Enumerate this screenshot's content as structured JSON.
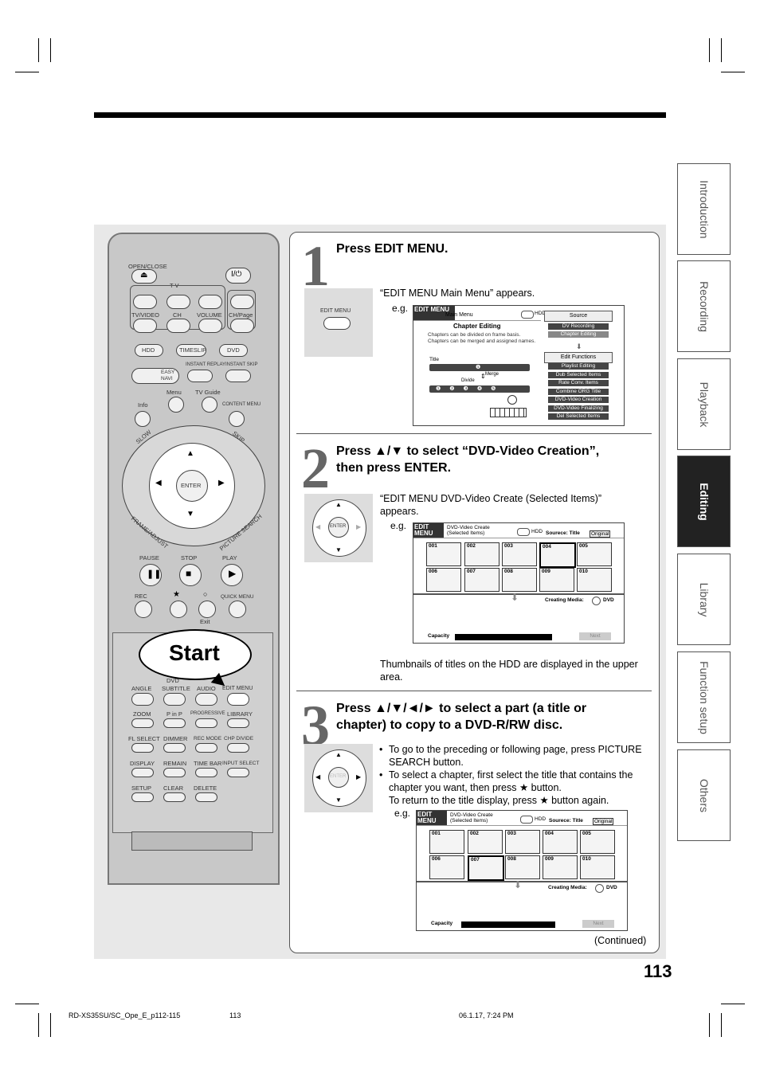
{
  "sidebar": {
    "tabs": [
      {
        "label": "Introduction"
      },
      {
        "label": "Recording"
      },
      {
        "label": "Playback"
      },
      {
        "label": "Editing"
      },
      {
        "label": "Library"
      },
      {
        "label": "Function setup"
      },
      {
        "label": "Others"
      }
    ]
  },
  "remote": {
    "open_close": "OPEN/CLOSE",
    "tv": "T V",
    "tv_video": "TV/VIDEO",
    "ch": "CH",
    "volume": "VOLUME",
    "ch_page": "CH/Page",
    "hdd": "HDD",
    "timeslip": "TIMESLIP",
    "dvd": "DVD",
    "instant_replay": "INSTANT REPLAY",
    "instant_skip": "INSTANT SKIP",
    "easy_navi": "EASY NAVI",
    "menu": "Menu",
    "tv_guide": "TV Guide",
    "info": "Info",
    "content_menu": "CONTENT MENU",
    "slow": "SLOW",
    "skip": "SKIP",
    "enter": "ENTER",
    "frame_adjust": "FRAME/ADJUST",
    "picture_search": "PICTURE SEARCH",
    "pause": "PAUSE",
    "stop": "STOP",
    "play": "PLAY",
    "rec": "REC",
    "quick_menu": "QUICK MENU",
    "exit": "Exit",
    "dvd2": "DVD",
    "angle": "ANGLE",
    "subtitle": "SUBTITLE",
    "audio": "AUDIO",
    "edit_menu": "EDIT MENU",
    "zoom": "ZOOM",
    "pinp": "P in P",
    "progressive": "PROGRESSIVE",
    "library": "LIBRARY",
    "fl_select": "FL SELECT",
    "dimmer": "DIMMER",
    "rec_mode": "REC MODE",
    "chp_divide": "CHP DIVIDE",
    "display": "DISPLAY",
    "remain": "REMAIN",
    "time_bar": "TIME BAR",
    "input_select": "INPUT SELECT",
    "setup": "SETUP",
    "clear": "CLEAR",
    "delete": "DELETE",
    "start_callout": "Start"
  },
  "step1": {
    "num": "1",
    "title": "Press EDIT MENU.",
    "button_label": "EDIT MENU",
    "note": "“EDIT MENU Main Menu” appears.",
    "eg": "e.g.",
    "screen": {
      "logo": "EDIT MENU",
      "title": "Main Menu",
      "hdd": "HDD",
      "heading": "Chapter Editing",
      "desc": "Chapters can be divided on frame basis. Chapters can be merged and assigned names.",
      "title_label": "Title",
      "merge": "Merge",
      "divide": "Divide",
      "source": "Source",
      "source_items": [
        "DV Recording",
        "Chapter Editing"
      ],
      "functions": "Edit Functions",
      "function_items": [
        "Playlist Editing",
        "Dub Selected Items",
        "Rate Conv. Items",
        "Combine ORG Title",
        "DVD-Video Creation",
        "DVD-Video Finalizing",
        "Del Selected Items"
      ]
    }
  },
  "step2": {
    "num": "2",
    "title_line1": "Press ▲/▼ to select “DVD-Video Creation”,",
    "title_line2": "then press ENTER.",
    "enter": "ENTER",
    "note": "“EDIT MENU DVD-Video Create (Selected Items)” appears.",
    "eg": "e.g.",
    "screen": {
      "logo": "EDIT MENU",
      "title": "DVD-Video Create (Selected Items)",
      "hdd": "HDD",
      "source": "Sourece: Title",
      "original": "Original",
      "thumbs": [
        "001",
        "002",
        "003",
        "004",
        "005",
        "006",
        "007",
        "008",
        "009",
        "010"
      ],
      "creating": "Creating Media:",
      "dvd": "DVD",
      "capacity": "Capacity",
      "next": "Next"
    },
    "caption": "Thumbnails of titles on the HDD are displayed in the upper area."
  },
  "step3": {
    "num": "3",
    "title_line1": "Press ▲/▼/◄/► to select a part (a title or",
    "title_line2": "chapter) to copy to a DVD-R/RW disc.",
    "enter": "ENTER",
    "bullets": [
      "To go to the preceding or following page, press PICTURE SEARCH button.",
      "To select a chapter, first select the title that contains the chapter you want, then press ★ button."
    ],
    "sub_note": "To return to the title display, press ★ button again.",
    "eg": "e.g.",
    "screen": {
      "logo": "EDIT MENU",
      "title": "DVD-Video Create (Selected Items)",
      "hdd": "HDD",
      "source": "Sourece: Title",
      "original": "Original",
      "thumbs": [
        "001",
        "002",
        "003",
        "004",
        "005",
        "006",
        "007",
        "008",
        "009",
        "010"
      ],
      "creating": "Creating Media:",
      "dvd": "DVD",
      "capacity": "Capacity",
      "next": "Next"
    }
  },
  "continued": "(Continued)",
  "page_number": "113",
  "footer": {
    "file": "RD-XS35SU/SC_Ope_E_p112-115",
    "page": "113",
    "date": "06.1.17, 7:24 PM"
  }
}
